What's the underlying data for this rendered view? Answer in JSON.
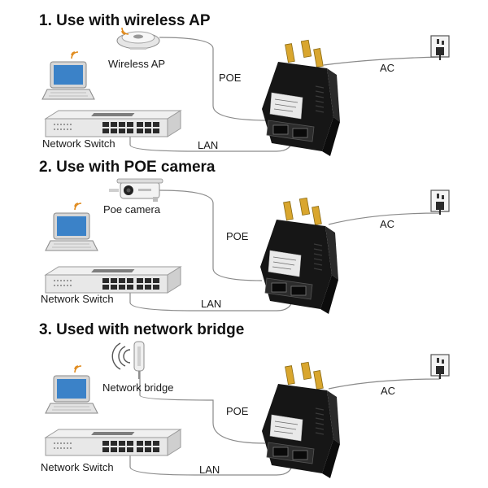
{
  "sections": [
    {
      "heading": "1. Use with wireless AP",
      "device_label": "Wireless AP",
      "device_icon": "wireless-ap-icon",
      "poe_label": "POE",
      "ac_label": "AC",
      "lan_label": "LAN",
      "switch_label": "Network Switch"
    },
    {
      "heading": "2. Use with POE camera",
      "device_label": "Poe camera",
      "device_icon": "poe-camera-icon",
      "poe_label": "POE",
      "ac_label": "AC",
      "lan_label": "LAN",
      "switch_label": "Network Switch"
    },
    {
      "heading": "3. Used with network bridge",
      "device_label": "Network bridge",
      "device_icon": "network-bridge-icon",
      "poe_label": "POE",
      "ac_label": "AC",
      "lan_label": "LAN",
      "switch_label": "Network Switch"
    }
  ],
  "colors": {
    "adapter_body": "#161616",
    "wire": "#8a8a8a",
    "plug_pins": "#d9a62e",
    "laptop_screen": "#3b82c8",
    "switch_body": "#e8e8e8"
  }
}
